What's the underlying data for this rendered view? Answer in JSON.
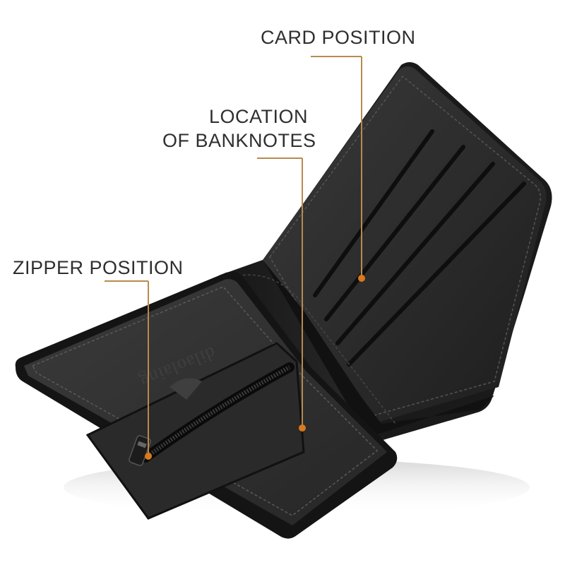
{
  "callouts": {
    "card_position": "CARD POSITION",
    "banknotes_line1": "LOCATION",
    "banknotes_line2": "OF BANKNOTES",
    "zipper_position": "ZIPPER POSITION"
  },
  "wallet": {
    "brand_imprint": "dilaolaing",
    "colors": {
      "leather": "#2b2b2b",
      "leather_dark": "#141414",
      "stitch": "#5a5a5a",
      "callout_line": "#b98a4e",
      "callout_dot": "#d9791c",
      "label_text": "#2f2f2f"
    }
  }
}
